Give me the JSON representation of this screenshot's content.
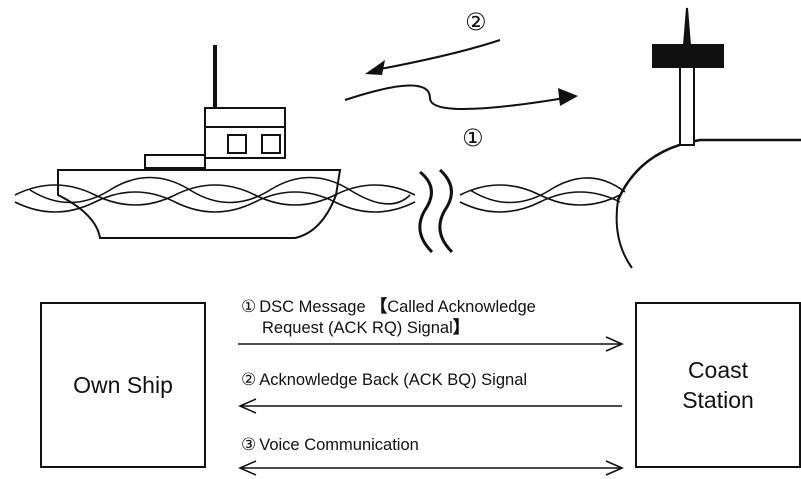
{
  "illustration": {
    "marker_top": "②",
    "marker_bottom": "①"
  },
  "boxes": {
    "own_ship": "Own Ship",
    "coast_station_line1": "Coast",
    "coast_station_line2": "Station"
  },
  "messages": {
    "m1_num": "①",
    "m1_text": "DSC Message",
    "m1_bracket_open": "【",
    "m1_text2": "Called Acknowledge",
    "m1_line2": "Request (ACK RQ) Signal",
    "m1_bracket_close": "】",
    "m2_num": "②",
    "m2_text": "Acknowledge Back (ACK BQ) Signal",
    "m3_num": "③",
    "m3_text": "Voice Communication"
  }
}
